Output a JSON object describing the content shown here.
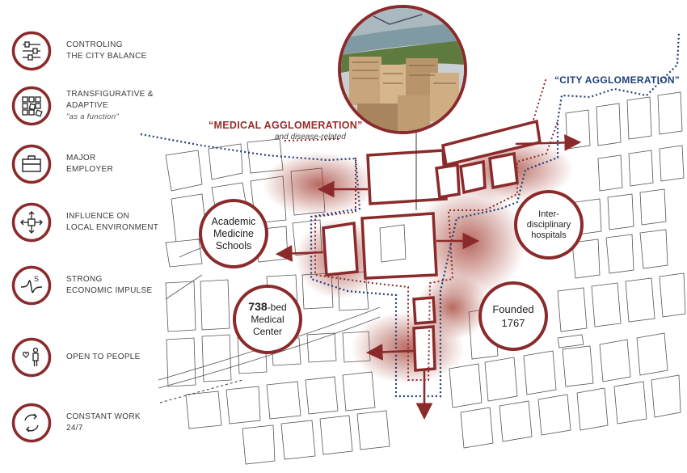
{
  "legend": {
    "items": [
      {
        "line1": "CONTROLING",
        "line2": "THE CITY BALANCE",
        "icon": "sliders-icon"
      },
      {
        "line1": "TRANSFIGURATIVE &",
        "line2": "ADAPTIVE",
        "line3": "\"as a function\"",
        "icon": "blocks-icon"
      },
      {
        "line1": "MAJOR",
        "line2": "EMPLOYER",
        "icon": "briefcase-icon"
      },
      {
        "line1": "INFLUENCE ON",
        "line2": "LOCAL ENVIRONMENT",
        "icon": "move-arrows-icon"
      },
      {
        "line1": "STRONG",
        "line2": "ECONOMIC IMPULSE",
        "icon": "impulse-wave-icon"
      },
      {
        "line1": "OPEN TO PEOPLE",
        "icon": "person-heart-icon"
      },
      {
        "line1": "CONSTANT WORK",
        "line2": "24/7",
        "icon": "cycle-arrows-icon"
      }
    ]
  },
  "labels": {
    "medical_title": "“MEDICAL AGGLOMERATION”",
    "medical_sub": "and disease-related",
    "city_title": "“CITY AGGLOMERATION”"
  },
  "bubbles": {
    "academic_line1": "Academic",
    "academic_line2": "Medicine",
    "academic_line3": "Schools",
    "hospitals_line1": "Inter-",
    "hospitals_line2": "disciplinary",
    "hospitals_line3": "hospitals",
    "medical_center_bold": "738",
    "medical_center_line1": "-bed",
    "medical_center_line2": "Medical",
    "medical_center_line3": "Center",
    "founded_line1": "Founded",
    "founded_line2": "1767"
  },
  "colors": {
    "accent": "#8b2a2a",
    "city_blue": "#1f3f7a"
  }
}
